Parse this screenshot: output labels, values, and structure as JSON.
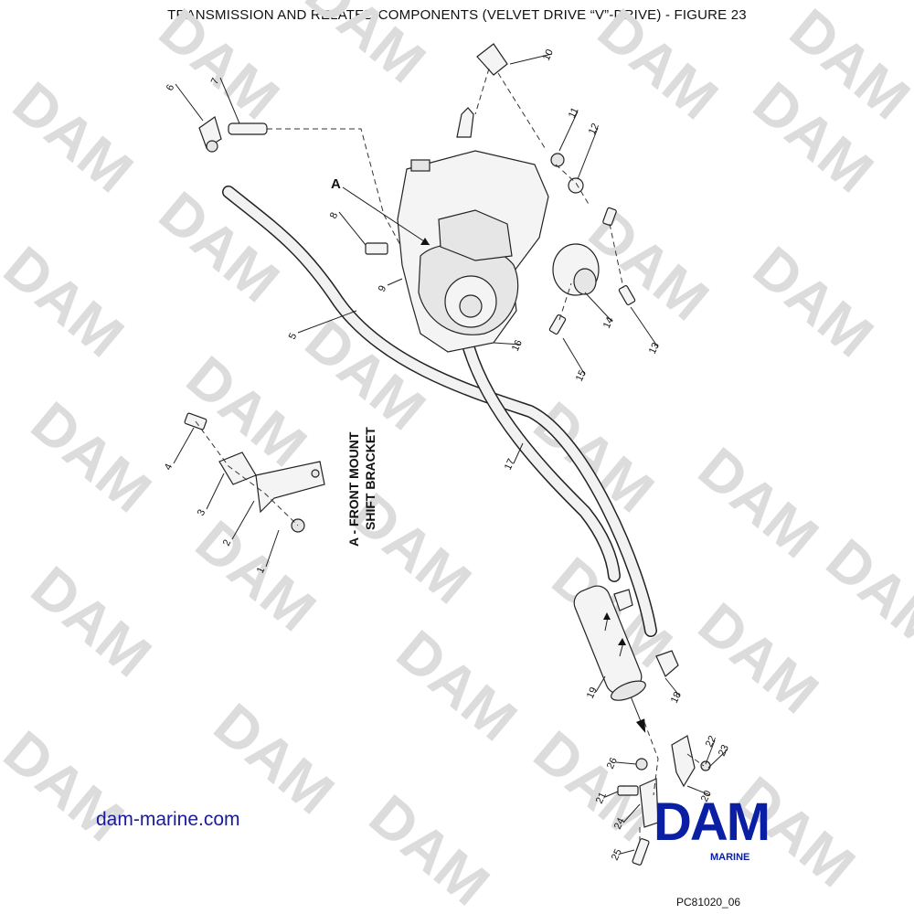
{
  "title": "TRANSMISSION AND RELATED COMPONENTS (VELVET DRIVE “V”-DRIVE) - FIGURE 23",
  "watermark": "DAM",
  "detail_letter": "A",
  "detail_caption_line1": "A - FRONT MOUNT",
  "detail_caption_line2": "SHIFT BRACKET",
  "callouts": [
    "1",
    "2",
    "3",
    "4",
    "5",
    "6",
    "7",
    "8",
    "9",
    "10",
    "11",
    "12",
    "13",
    "14",
    "15",
    "16",
    "17",
    "18",
    "19",
    "20",
    "21",
    "22",
    "23",
    "24",
    "25",
    "26"
  ],
  "website": "dam-marine.com",
  "logo": {
    "name": "DAM",
    "subtitle": "MARINE",
    "color": "#0a1fa3"
  },
  "figure_code": "PC81020_06"
}
